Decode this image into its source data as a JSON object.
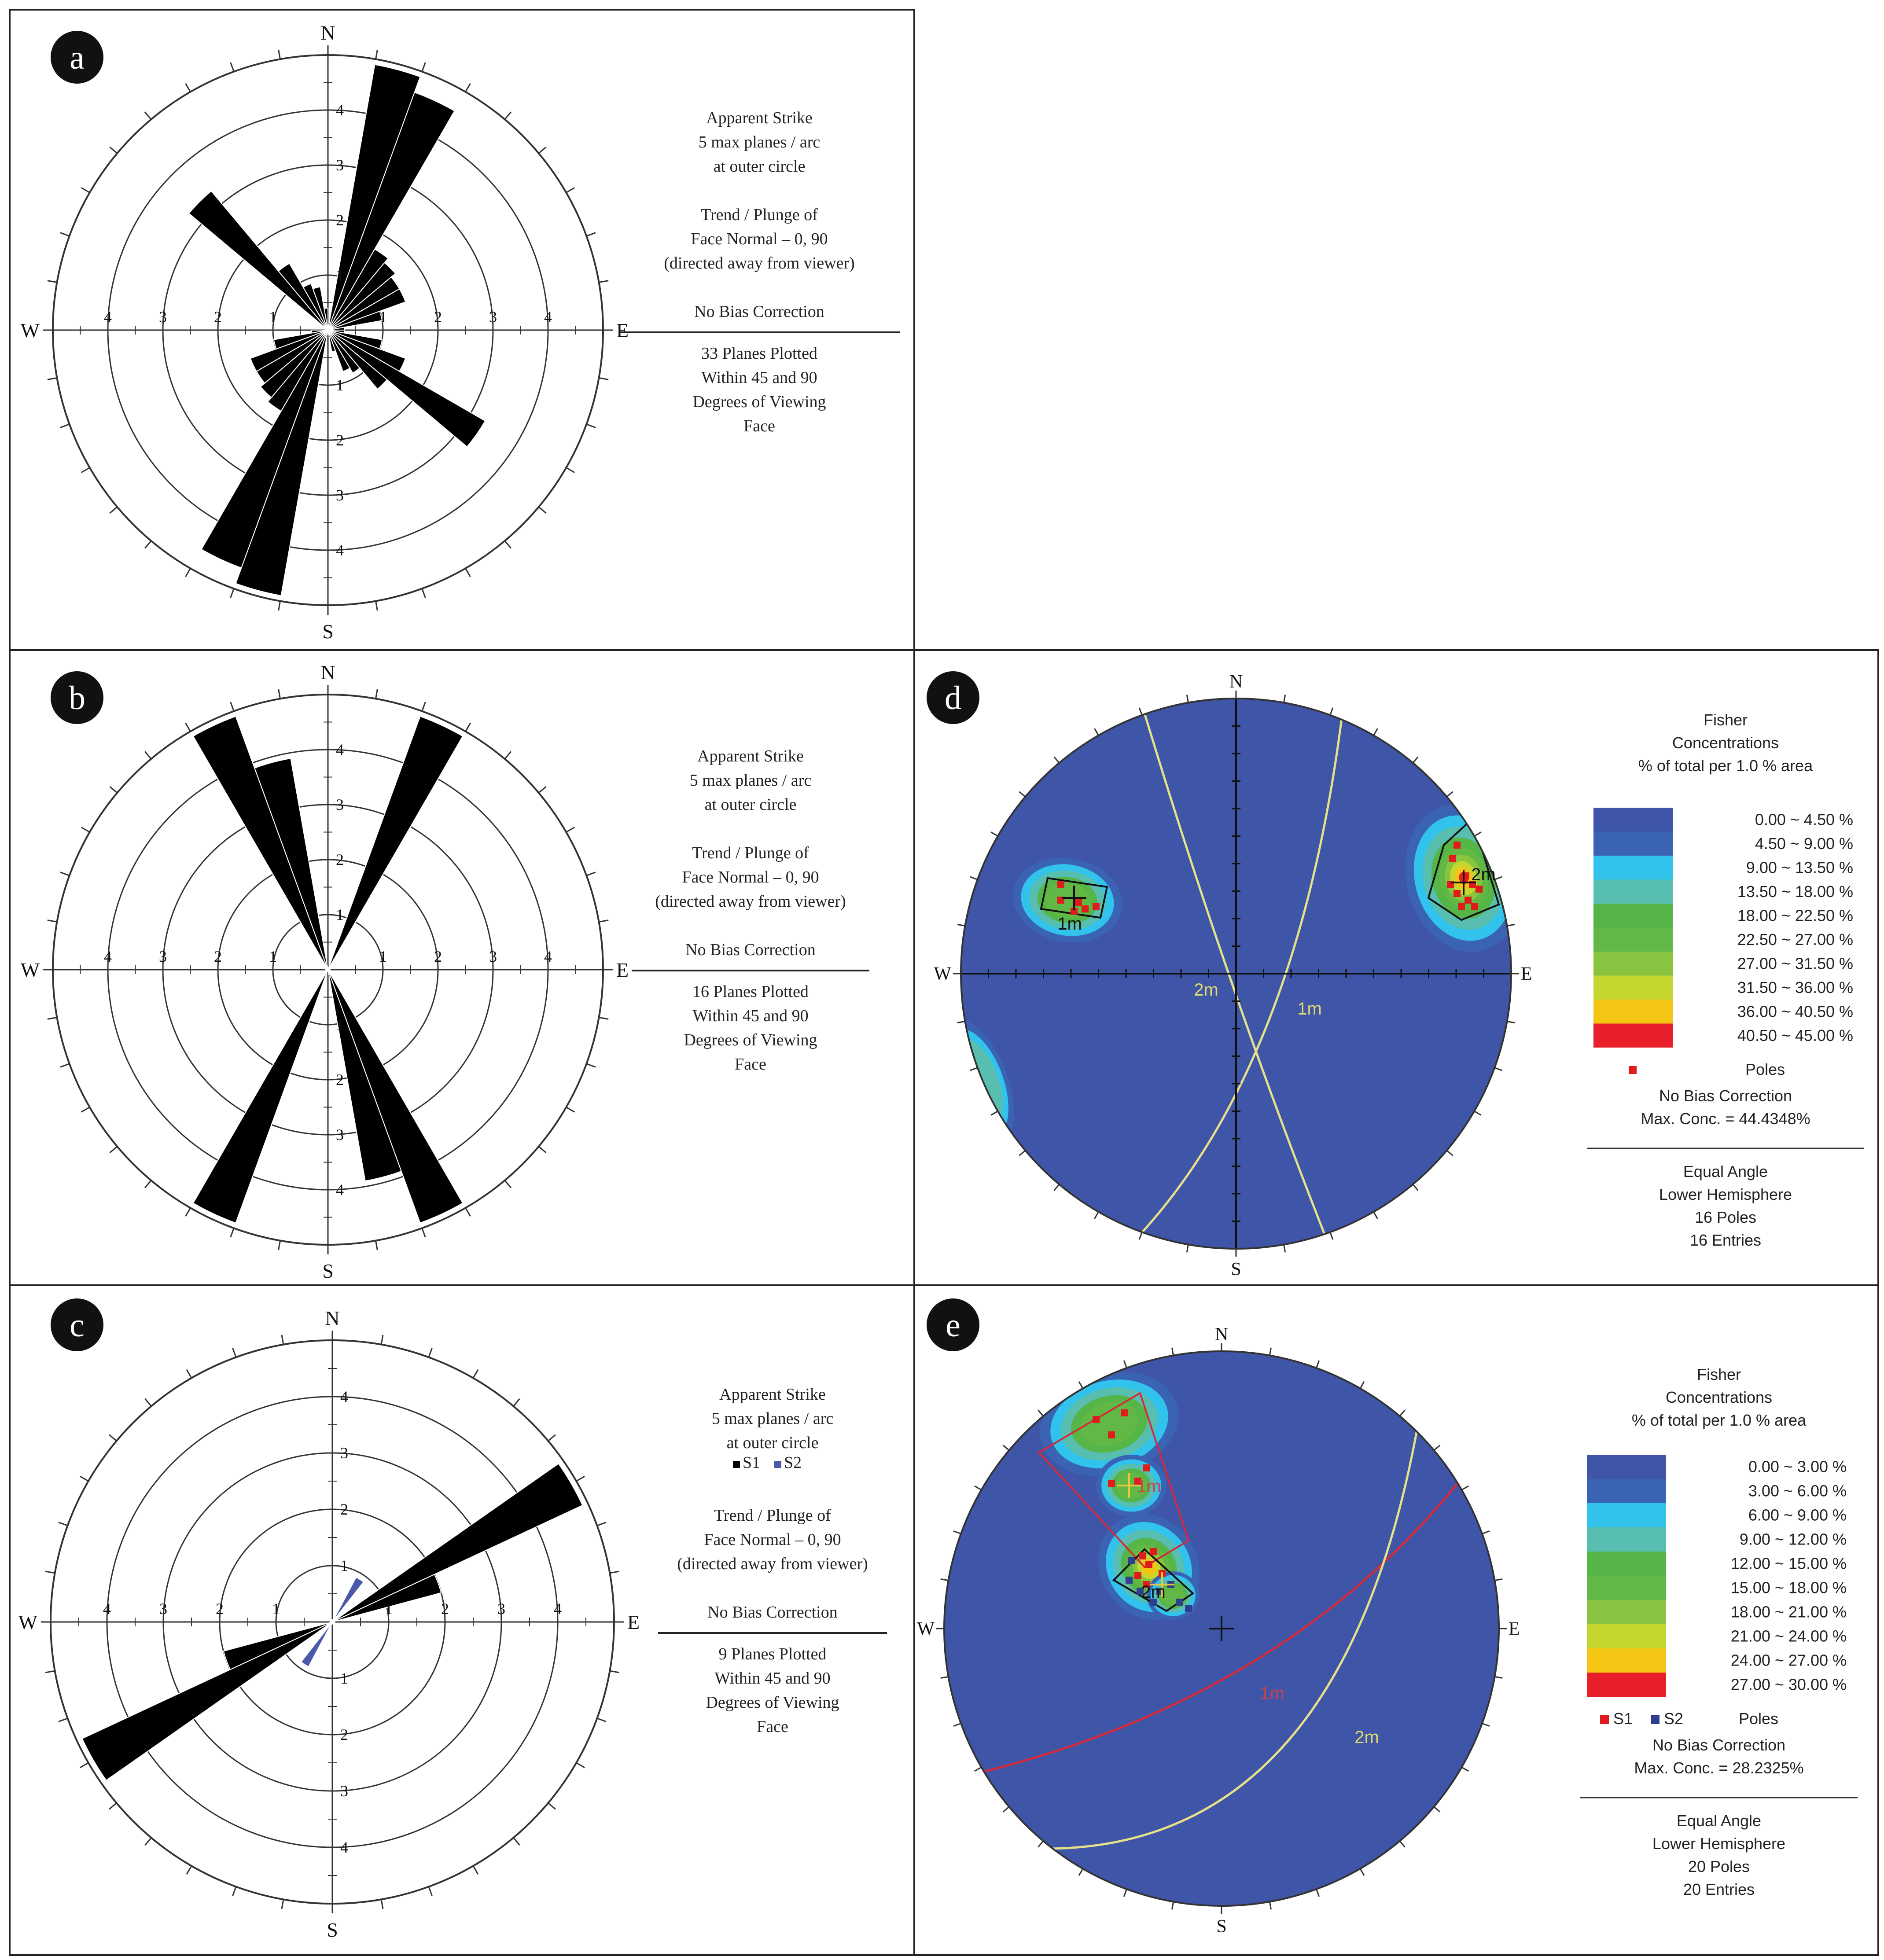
{
  "panels": [
    {
      "label": "a",
      "rose": {
        "compass": {
          "n": "N",
          "s": "S",
          "e": "E",
          "w": "W"
        },
        "ring_labels": [
          "1",
          "2",
          "3",
          "4"
        ],
        "max": 5,
        "petals": [
          {
            "a0": 10,
            "a1": 20,
            "r": 4.9
          },
          {
            "a0": 20,
            "a1": 30,
            "r": 4.6
          },
          {
            "a0": 30,
            "a1": 40,
            "r": 1.7
          },
          {
            "a0": 40,
            "a1": 50,
            "r": 1.6
          },
          {
            "a0": 50,
            "a1": 60,
            "r": 1.5
          },
          {
            "a0": 60,
            "a1": 70,
            "r": 1.5
          },
          {
            "a0": 70,
            "a1": 80,
            "r": 1.0
          },
          {
            "a0": 80,
            "a1": 90,
            "r": 0.3
          },
          {
            "a0": 310,
            "a1": 320,
            "r": 3.3
          },
          {
            "a0": 320,
            "a1": 330,
            "r": 1.4
          },
          {
            "a0": 330,
            "a1": 340,
            "r": 0.9
          },
          {
            "a0": 340,
            "a1": 350,
            "r": 0.8
          },
          {
            "a0": 350,
            "a1": 360,
            "r": 0.4
          },
          {
            "a0": 90,
            "a1": 100,
            "r": 0.3
          },
          {
            "a0": 100,
            "a1": 110,
            "r": 1.0
          },
          {
            "a0": 110,
            "a1": 120,
            "r": 1.5
          },
          {
            "a0": 120,
            "a1": 130,
            "r": 3.3
          },
          {
            "a0": 130,
            "a1": 140,
            "r": 1.4
          },
          {
            "a0": 140,
            "a1": 150,
            "r": 0.9
          },
          {
            "a0": 150,
            "a1": 160,
            "r": 0.8
          },
          {
            "a0": 160,
            "a1": 170,
            "r": 0.4
          },
          {
            "a0": 190,
            "a1": 200,
            "r": 4.9
          },
          {
            "a0": 200,
            "a1": 210,
            "r": 4.6
          },
          {
            "a0": 210,
            "a1": 220,
            "r": 1.7
          },
          {
            "a0": 220,
            "a1": 230,
            "r": 1.6
          },
          {
            "a0": 230,
            "a1": 240,
            "r": 1.5
          },
          {
            "a0": 240,
            "a1": 250,
            "r": 1.5
          },
          {
            "a0": 250,
            "a1": 260,
            "r": 1.0
          },
          {
            "a0": 260,
            "a1": 270,
            "r": 0.3
          }
        ]
      },
      "info": {
        "block1": [
          "Apparent Strike",
          "5 max planes / arc",
          "at outer circle"
        ],
        "block2": [
          "Trend / Plunge of",
          "Face Normal –   0, 90",
          "(directed away from viewer)"
        ],
        "bias": "No Bias Correction",
        "block3": [
          "33 Planes Plotted",
          "Within 45 and 90",
          "Degrees of Viewing",
          "Face"
        ]
      }
    },
    {
      "label": "b",
      "rose": {
        "compass": {
          "n": "N",
          "s": "S",
          "e": "E",
          "w": "W"
        },
        "ring_labels": [
          "1",
          "2",
          "3",
          "4"
        ],
        "max": 5,
        "petals": [
          {
            "a0": 20,
            "a1": 30,
            "r": 4.9
          },
          {
            "a0": 330,
            "a1": 340,
            "r": 4.9
          },
          {
            "a0": 340,
            "a1": 350,
            "r": 3.9
          },
          {
            "a0": 200,
            "a1": 210,
            "r": 4.9
          },
          {
            "a0": 150,
            "a1": 160,
            "r": 4.9
          },
          {
            "a0": 160,
            "a1": 170,
            "r": 3.9
          }
        ]
      },
      "info": {
        "block1": [
          "Apparent Strike",
          "5 max planes / arc",
          "at outer circle"
        ],
        "block2": [
          "Trend / Plunge of",
          "Face Normal –   0, 90",
          "(directed away from viewer)"
        ],
        "bias": "No Bias Correction",
        "block3": [
          "16 Planes Plotted",
          "Within 45 and 90",
          "Degrees of Viewing",
          "Face"
        ]
      }
    },
    {
      "label": "c",
      "rose": {
        "compass": {
          "n": "N",
          "s": "S",
          "e": "E",
          "w": "W"
        },
        "ring_labels": [
          "1",
          "2",
          "3",
          "4"
        ],
        "max": 5,
        "petals": [
          {
            "a0": 55,
            "a1": 65,
            "r": 4.9
          },
          {
            "a0": 65,
            "a1": 75,
            "r": 2.0
          },
          {
            "a0": 235,
            "a1": 245,
            "r": 4.9
          },
          {
            "a0": 245,
            "a1": 255,
            "r": 2.0
          }
        ],
        "s2_petals": [
          {
            "a0": 28,
            "a1": 38,
            "r": 0.9
          },
          {
            "a0": 208,
            "a1": 218,
            "r": 0.9
          }
        ]
      },
      "info": {
        "block1": [
          "Apparent Strike",
          "5 max planes / arc",
          "at outer circle"
        ],
        "legend": {
          "s1": "S1",
          "s2": "S2"
        },
        "block2": [
          "Trend / Plunge of",
          "Face Normal –   0, 90",
          "(directed away from viewer)"
        ],
        "bias": "No Bias Correction",
        "block3": [
          "9 Planes Plotted",
          "Within 45 and 90",
          "Degrees of Viewing",
          "Face"
        ]
      }
    },
    {
      "label": "d",
      "stereonet": {
        "compass": {
          "n": "N",
          "s": "S",
          "e": "E",
          "w": "W"
        },
        "set_labels": [
          "1m",
          "2m"
        ],
        "plane_labels": [
          "2m",
          "1m"
        ]
      },
      "legend": {
        "title": [
          "Fisher",
          "Concentrations",
          "% of total per 1.0 % area"
        ],
        "bins": [
          "0.00 ~  4.50 %",
          "4.50 ~  9.00 %",
          "9.00 ~ 13.50 %",
          "13.50 ~ 18.00 %",
          "18.00 ~ 22.50 %",
          "22.50 ~ 27.00 %",
          "27.00 ~ 31.50 %",
          "31.50 ~ 36.00 %",
          "36.00 ~ 40.50 %",
          "40.50 ~ 45.00 %"
        ],
        "poles_label": "Poles",
        "bias": "No Bias Correction",
        "max_conc": "Max. Conc. = 44.4348%",
        "footer": [
          "Equal Angle",
          "Lower Hemisphere",
          "16 Poles",
          "16 Entries"
        ]
      }
    },
    {
      "label": "e",
      "stereonet": {
        "compass": {
          "n": "N",
          "s": "S",
          "e": "E",
          "w": "W"
        },
        "set_labels": [
          "1m",
          "2m"
        ],
        "plane_labels": [
          "1m",
          "2m"
        ]
      },
      "legend": {
        "title": [
          "Fisher",
          "Concentrations",
          "% of total per 1.0 % area"
        ],
        "bins": [
          "0.00 ~  3.00 %",
          "3.00 ~  6.00 %",
          "6.00 ~  9.00 %",
          "9.00 ~ 12.00 %",
          "12.00 ~ 15.00 %",
          "15.00 ~ 18.00 %",
          "18.00 ~ 21.00 %",
          "21.00 ~ 24.00 %",
          "24.00 ~ 27.00 %",
          "27.00 ~ 30.00 %"
        ],
        "s1": "S1",
        "s2": "S2",
        "poles_label": "Poles",
        "bias": "No Bias Correction",
        "max_conc": "Max. Conc. = 28.2325%",
        "footer": [
          "Equal Angle",
          "Lower Hemisphere",
          "20 Poles",
          "20 Entries"
        ]
      }
    }
  ],
  "colors": {
    "petal": "#000000",
    "s2_petal": "#4a5aa8",
    "net_background": "#3e55a8",
    "pole_red": "#e01b1b",
    "pole_blue": "#2e3f8f",
    "plane_yellow": "#e6e08a",
    "plane_red": "#d42a3a",
    "bins": [
      "#3e55a8",
      "#3b63b4",
      "#31c3ec",
      "#58bfb0",
      "#55b547",
      "#62b845",
      "#88c43f",
      "#c6d630",
      "#f5c516",
      "#e91e2b"
    ]
  }
}
